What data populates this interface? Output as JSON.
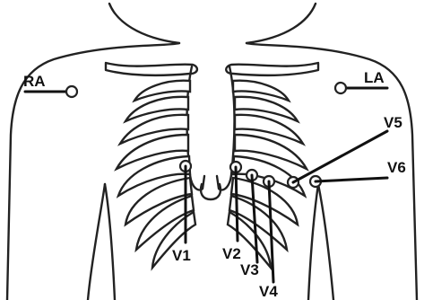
{
  "labels": {
    "ra": "RA",
    "la": "LA",
    "v1": "V1",
    "v2": "V2",
    "v3": "V3",
    "v4": "V4",
    "v5": "V5",
    "v6": "V6"
  },
  "colors": {
    "ink": "#222222",
    "background": "#ffffff"
  }
}
